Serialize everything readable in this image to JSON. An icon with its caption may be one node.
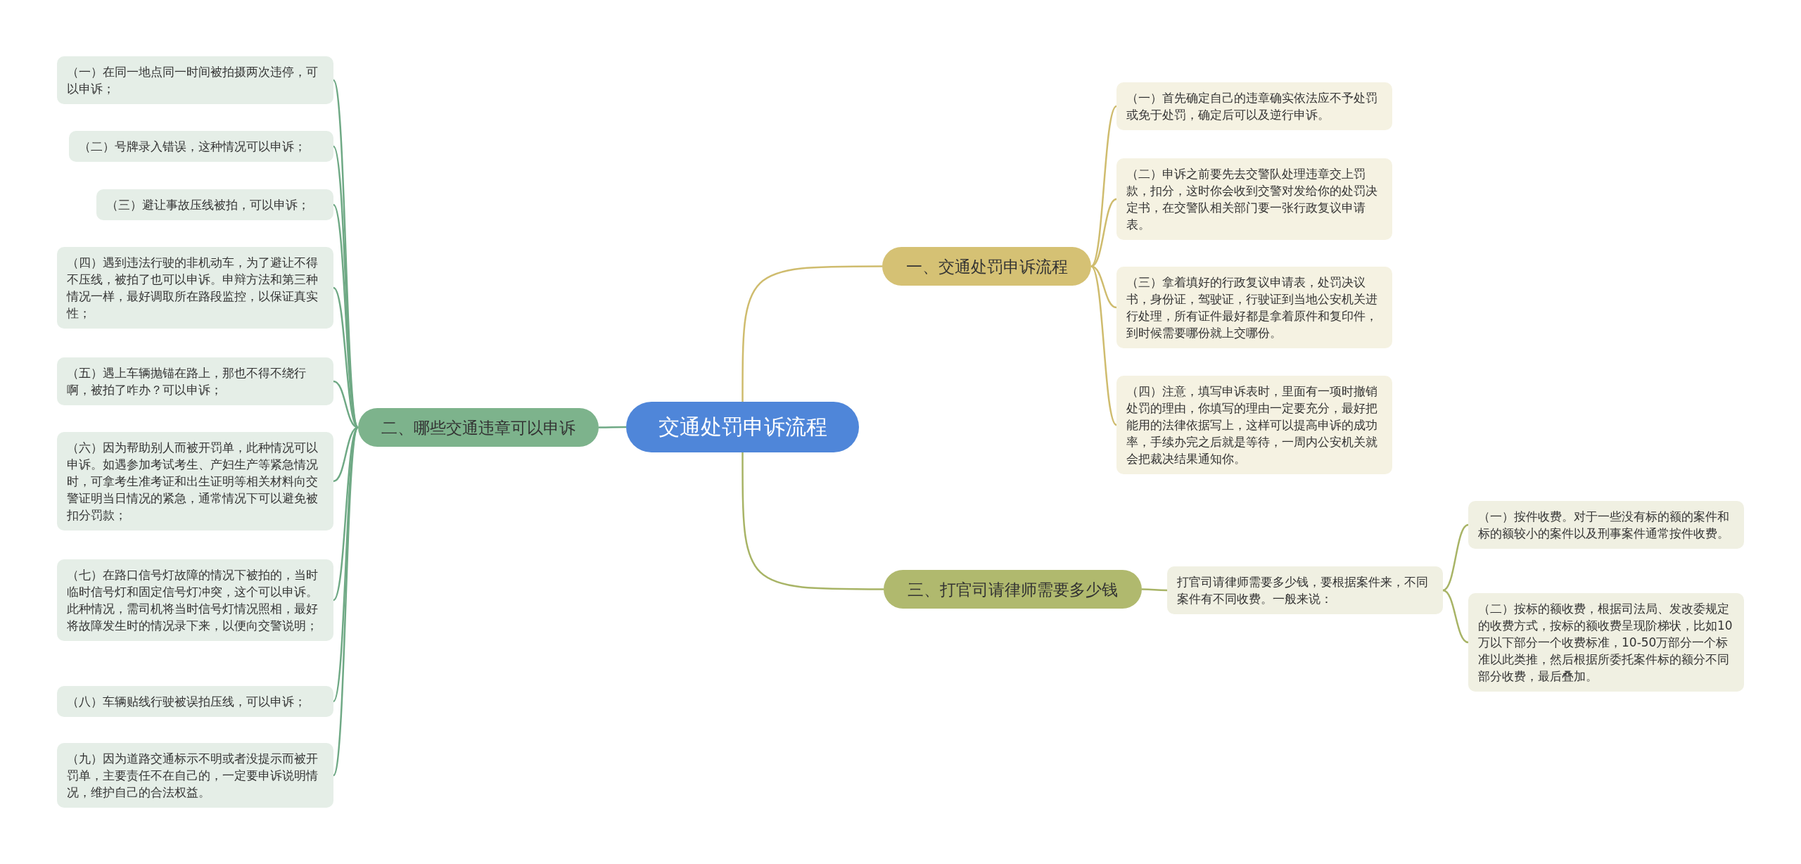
{
  "diagram": {
    "nodes": [
      {
        "text": [
          "交通处罚申诉流程"
        ]
      },
      {
        "text": [
          "一、交通处罚申诉流程"
        ]
      },
      {
        "text": [
          "（一）首先确定自己的违章确实依法应不予处罚或免于处罚，确定后可以及逆行申诉。"
        ]
      },
      {
        "text": [
          "（二）申诉之前要先去交警队处理违章交上罚款，扣分，这时你会收到交警对发给你的处罚决定书，在交警队相关部门要一张行政复议申请表。"
        ]
      },
      {
        "text": [
          "（三）拿着填好的行政复议申请表，处罚决议书，身份证，驾驶证，行驶证到当地公安机关进行处理，所有证件最好都是拿着原件和复印件，到时候需要哪份就上交哪份。"
        ]
      },
      {
        "text": [
          "（四）注意，填写申诉表时，里面有一项时撤销处罚的理由，你填写的理由一定要充分，最好把能用的法律依据写上，这样可以提高申诉的成功率，手续办完之后就是等待，一周内公安机关就会把裁决结果通知你。"
        ]
      },
      {
        "text": [
          "二、哪些交通违章可以申诉"
        ]
      },
      {
        "text": [
          "（一）在同一地点同一时间被拍摄两次违停，可以申诉；"
        ]
      },
      {
        "text": [
          "（二）号牌录入错误，这种情况可以申诉；"
        ]
      },
      {
        "text": [
          "（三）避让事故压线被拍，可以申诉；"
        ]
      },
      {
        "text": [
          "（四）遇到违法行驶的非机动车，为了避让不得不压线，被拍了也可以申诉。申辩方法和第三种情况一样，最好调取所在路段监控，以保证真实性；"
        ]
      },
      {
        "text": [
          "（五）遇上车辆抛锚在路上，那也不得不绕行啊，被拍了咋办？可以申诉；"
        ]
      },
      {
        "text": [
          "（六）因为帮助别人而被开罚单，此种情况可以申诉。如遇参加考试考生、产妇生产等紧急情况时，可拿考生准考证和出生证明等相关材料向交警证明当日情况的紧急，通常情况下可以避免被扣分罚款；"
        ]
      },
      {
        "text": [
          "（七）在路口信号灯故障的情况下被拍的，当时临时信号灯和固定信号灯冲突，这个可以申诉。此种情况，需司机将当时信号灯情况照相，最好将故障发生时的情况录下来，以便向交警说明；"
        ]
      },
      {
        "text": [
          "（八）车辆贴线行驶被误拍压线，可以申诉；"
        ]
      },
      {
        "text": [
          "（九）因为道路交通标示不明或者没提示而被开罚单，主要责任不在自己的，一定要申诉说明情况，维护自己的合法权益。"
        ]
      },
      {
        "text": [
          "三、打官司请律师需要多少钱"
        ]
      },
      {
        "text": [
          "打官司请律师需要多少钱，要根据案件来，不同案件有不同收费。一般来说："
        ]
      },
      {
        "text": [
          "（一）按件收费。对于一些没有标的额的案件和标的额较小的案件以及刑事案件通常按件收费。"
        ]
      },
      {
        "text": [
          "（二）按标的额收费，根据司法局、发改委规定的收费方式，按标的额收费呈现阶梯状，比如10万以下部分一个收费标准，10-50万部分一个标准以此类推，然后根据所委托案件标的额分不同部分收费，最后叠加。"
        ]
      }
    ],
    "edges": [
      {
        "from": 0,
        "to": 1,
        "arrow": "none",
        "color": "#cfbc6e"
      },
      {
        "from": 1,
        "to": 2,
        "arrow": "none",
        "color": "#cfbc6e"
      },
      {
        "from": 1,
        "to": 3,
        "arrow": "none",
        "color": "#cfbc6e"
      },
      {
        "from": 1,
        "to": 4,
        "arrow": "none",
        "color": "#cfbc6e"
      },
      {
        "from": 1,
        "to": 5,
        "arrow": "none",
        "color": "#cfbc6e"
      },
      {
        "from": 0,
        "to": 6,
        "arrow": "none"
      },
      {
        "from": 6,
        "to": 7,
        "arrow": "none"
      },
      {
        "from": 6,
        "to": 8,
        "arrow": "none"
      },
      {
        "from": 6,
        "to": 9,
        "arrow": "none"
      },
      {
        "from": 6,
        "to": 10,
        "arrow": "none"
      },
      {
        "from": 6,
        "to": 11,
        "arrow": "none"
      },
      {
        "from": 6,
        "to": 12,
        "arrow": "none"
      },
      {
        "from": 6,
        "to": 13,
        "arrow": "none"
      },
      {
        "from": 6,
        "to": 14,
        "arrow": "none"
      },
      {
        "from": 6,
        "to": 15,
        "arrow": "none"
      },
      {
        "from": 0,
        "to": 16,
        "arrow": "none",
        "color": "#a8b466"
      },
      {
        "from": 16,
        "to": 17,
        "arrow": "none",
        "color": "#a8b466"
      },
      {
        "from": 17,
        "to": 18,
        "arrow": "none",
        "color": "#a8b466"
      },
      {
        "from": 17,
        "to": 19,
        "arrow": "none",
        "color": "#a8b466"
      }
    ]
  }
}
